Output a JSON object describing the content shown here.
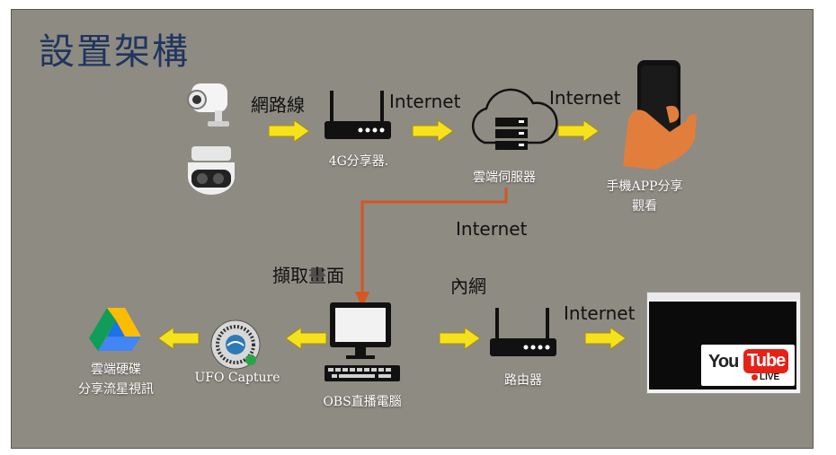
{
  "title": "設置架構",
  "labels": {
    "network_cable": "網路線",
    "internet_1": "Internet",
    "internet_2": "Internet",
    "internet_3": "Internet",
    "internet_4": "Internet",
    "router_4g": "4G分享器.",
    "cloud_server": "雲端伺服器",
    "phone_line1": "手機APP分享",
    "phone_line2": "觀看",
    "capture_screen": "擷取畫面",
    "intranet": "內網",
    "drive_line1": "雲端硬碟",
    "drive_line2": "分享流星視訊",
    "ufo_capture": "UFO Capture",
    "obs_pc": "OBS直播電腦",
    "router": "路由器"
  },
  "youtube": {
    "you": "You",
    "tube": "Tube",
    "live": "LIVE"
  },
  "colors": {
    "background": "#8e8b82",
    "title": "#20355f",
    "arrow_yellow": "#f6e21c",
    "arrow_orange": "#d6561f",
    "youtube_red": "#e62117"
  }
}
